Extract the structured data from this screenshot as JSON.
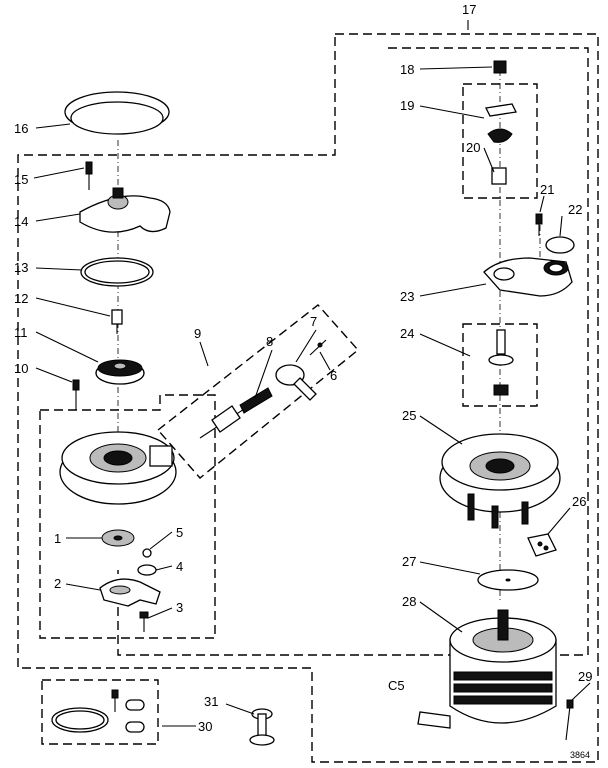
{
  "diagram": {
    "labels": {
      "l1": "1",
      "l2": "2",
      "l3": "3",
      "l4": "4",
      "l5": "5",
      "l6": "6",
      "l7": "7",
      "l8": "8",
      "l9": "9",
      "l10": "10",
      "l11": "11",
      "l12": "12",
      "l13": "13",
      "l14": "14",
      "l15": "15",
      "l16": "16",
      "l17": "17",
      "l18": "18",
      "l19": "19",
      "l20": "20",
      "l21": "21",
      "l22": "22",
      "l23": "23",
      "l24": "24",
      "l25": "25",
      "l26": "26",
      "l27": "27",
      "l28": "28",
      "l29": "29",
      "l30": "30",
      "l31": "31"
    },
    "annotation_cs": "C5",
    "drawing_number": "3864"
  }
}
